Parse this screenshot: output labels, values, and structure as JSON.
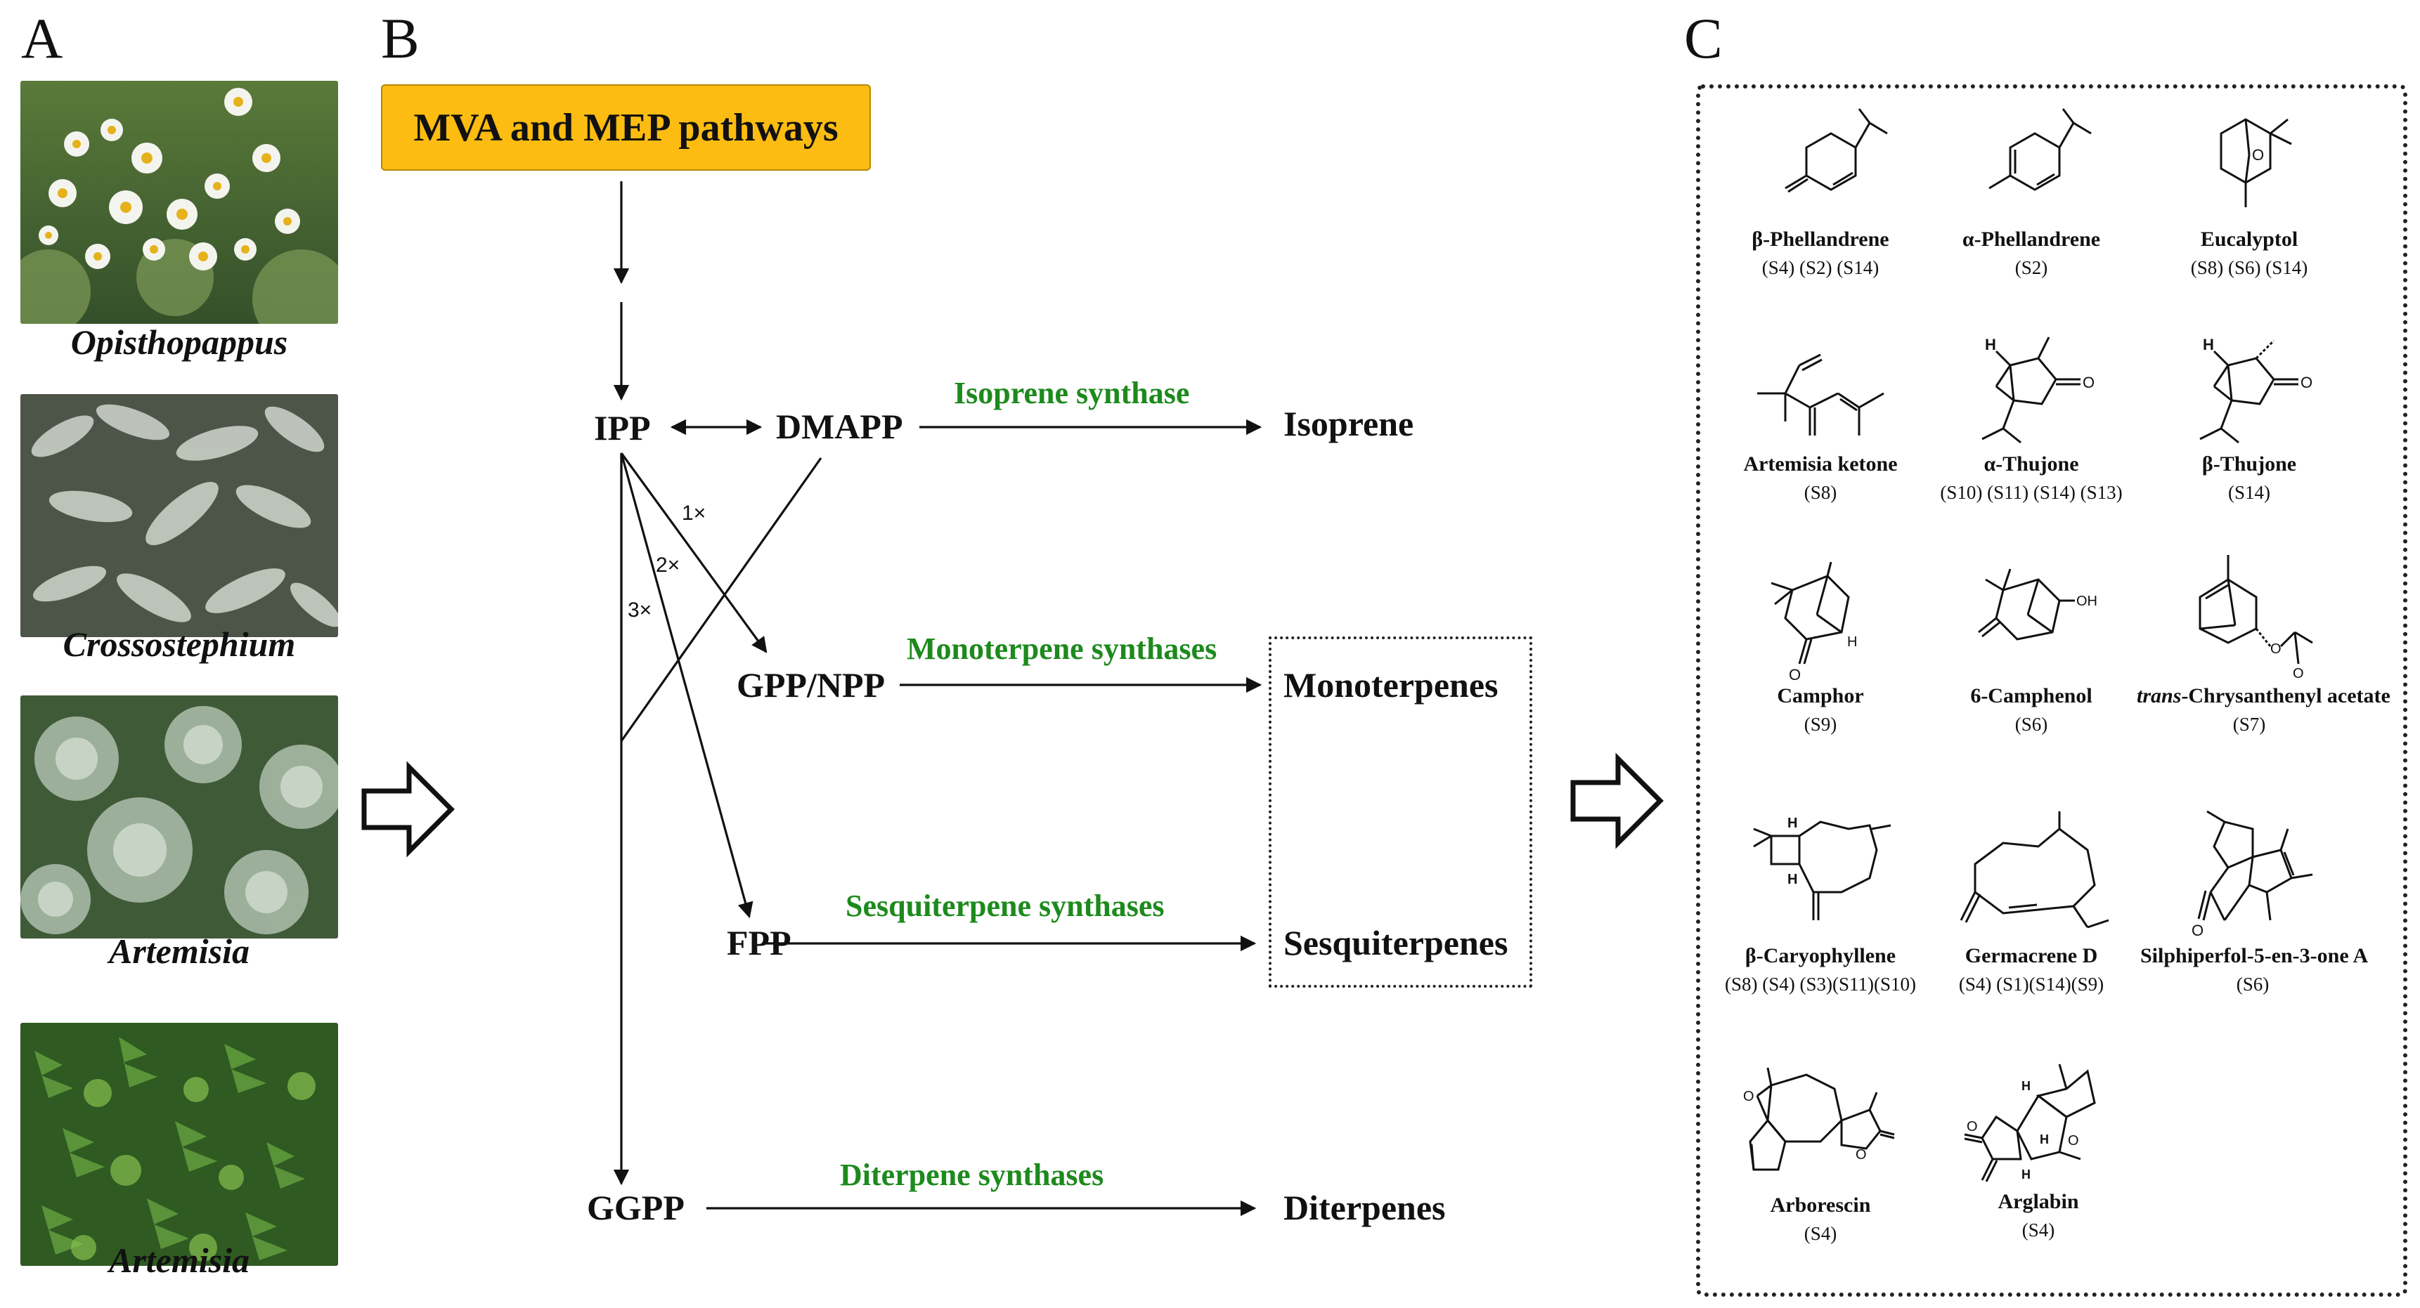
{
  "panel_labels": {
    "a": "A",
    "b": "B",
    "c": "C"
  },
  "photos": [
    {
      "caption": "Opisthopappus"
    },
    {
      "caption": "Crossostephium"
    },
    {
      "caption": "Artemisia"
    },
    {
      "caption": "Artemisia"
    }
  ],
  "pathway": {
    "source_box": "MVA and MEP pathways",
    "ipp": "IPP",
    "dmapp": "DMAPP",
    "gpp": "GPP/NPP",
    "fpp": "FPP",
    "ggpp": "GGPP",
    "counts": [
      "1×",
      "2×",
      "3×"
    ],
    "enzymes": {
      "isoprene": "Isoprene synthase",
      "mono": "Monoterpene synthases",
      "sesqui": "Sesquiterpene synthases",
      "di": "Diterpene synthases"
    },
    "products": {
      "isoprene": "Isoprene",
      "mono": "Monoterpenes",
      "sesqui": "Sesquiterpenes",
      "di": "Diterpenes"
    }
  },
  "compounds": [
    {
      "name": "β-Phellandrene",
      "sources": "(S4) (S2) (S14)"
    },
    {
      "name": "α-Phellandrene",
      "sources": "(S2)"
    },
    {
      "name": "Eucalyptol",
      "sources": "(S8) (S6) (S14)"
    },
    {
      "name": "Artemisia ketone",
      "sources": "(S8)"
    },
    {
      "name": "α-Thujone",
      "sources": "(S10) (S11) (S14) (S13)"
    },
    {
      "name": "β-Thujone",
      "sources": "(S14)"
    },
    {
      "name": "Camphor",
      "sources": "(S9)"
    },
    {
      "name": "6-Camphenol",
      "sources": "(S6)"
    },
    {
      "name_prefix": "trans",
      "name": "-Chrysanthenyl acetate",
      "sources": "(S7)"
    },
    {
      "name": "β-Caryophyllene",
      "sources": "(S8) (S4) (S3)(S11)(S10)"
    },
    {
      "name": "Germacrene D",
      "sources": "(S4) (S1)(S14)(S9)"
    },
    {
      "name": "Silphiperfol-5-en-3-one A",
      "sources": "(S6)"
    },
    {
      "name": "Arborescin",
      "sources": "(S4)"
    },
    {
      "name": "Arglabin",
      "sources": "(S4)"
    }
  ],
  "structure_atoms": {
    "o": "O",
    "oh": "OH",
    "h": "H"
  }
}
